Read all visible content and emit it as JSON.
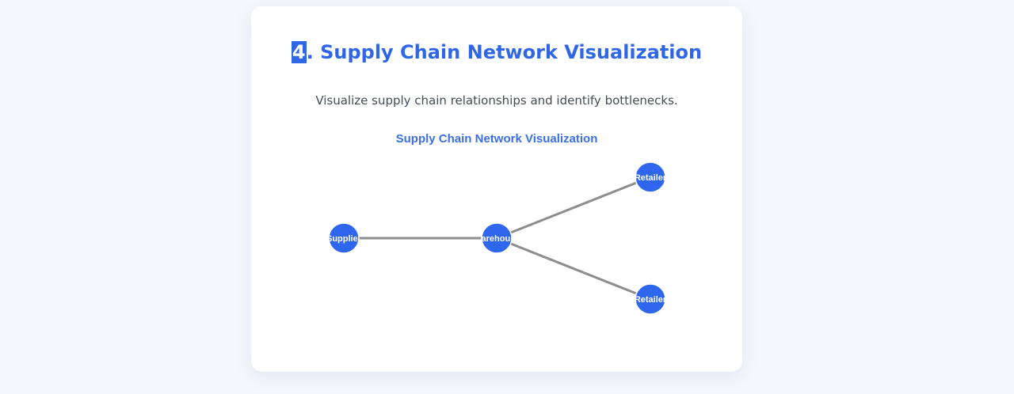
{
  "section": {
    "number": "4",
    "title": ". Supply Chain Network Visualization",
    "description": "Visualize supply chain relationships and identify bottlenecks."
  },
  "diagram": {
    "title": "Supply Chain Network Visualization",
    "colors": {
      "node": "#2f66ee",
      "edge": "#8d8d8d",
      "title": "#3b6fe0"
    },
    "nodes": [
      {
        "id": "supplier",
        "label": "Supplier"
      },
      {
        "id": "warehouse",
        "label": "Warehouse"
      },
      {
        "id": "retailer1",
        "label": "Retailer"
      },
      {
        "id": "retailer2",
        "label": "Retailer"
      }
    ],
    "edges": [
      {
        "source": "supplier",
        "target": "warehouse"
      },
      {
        "source": "warehouse",
        "target": "retailer1"
      },
      {
        "source": "warehouse",
        "target": "retailer2"
      }
    ]
  }
}
